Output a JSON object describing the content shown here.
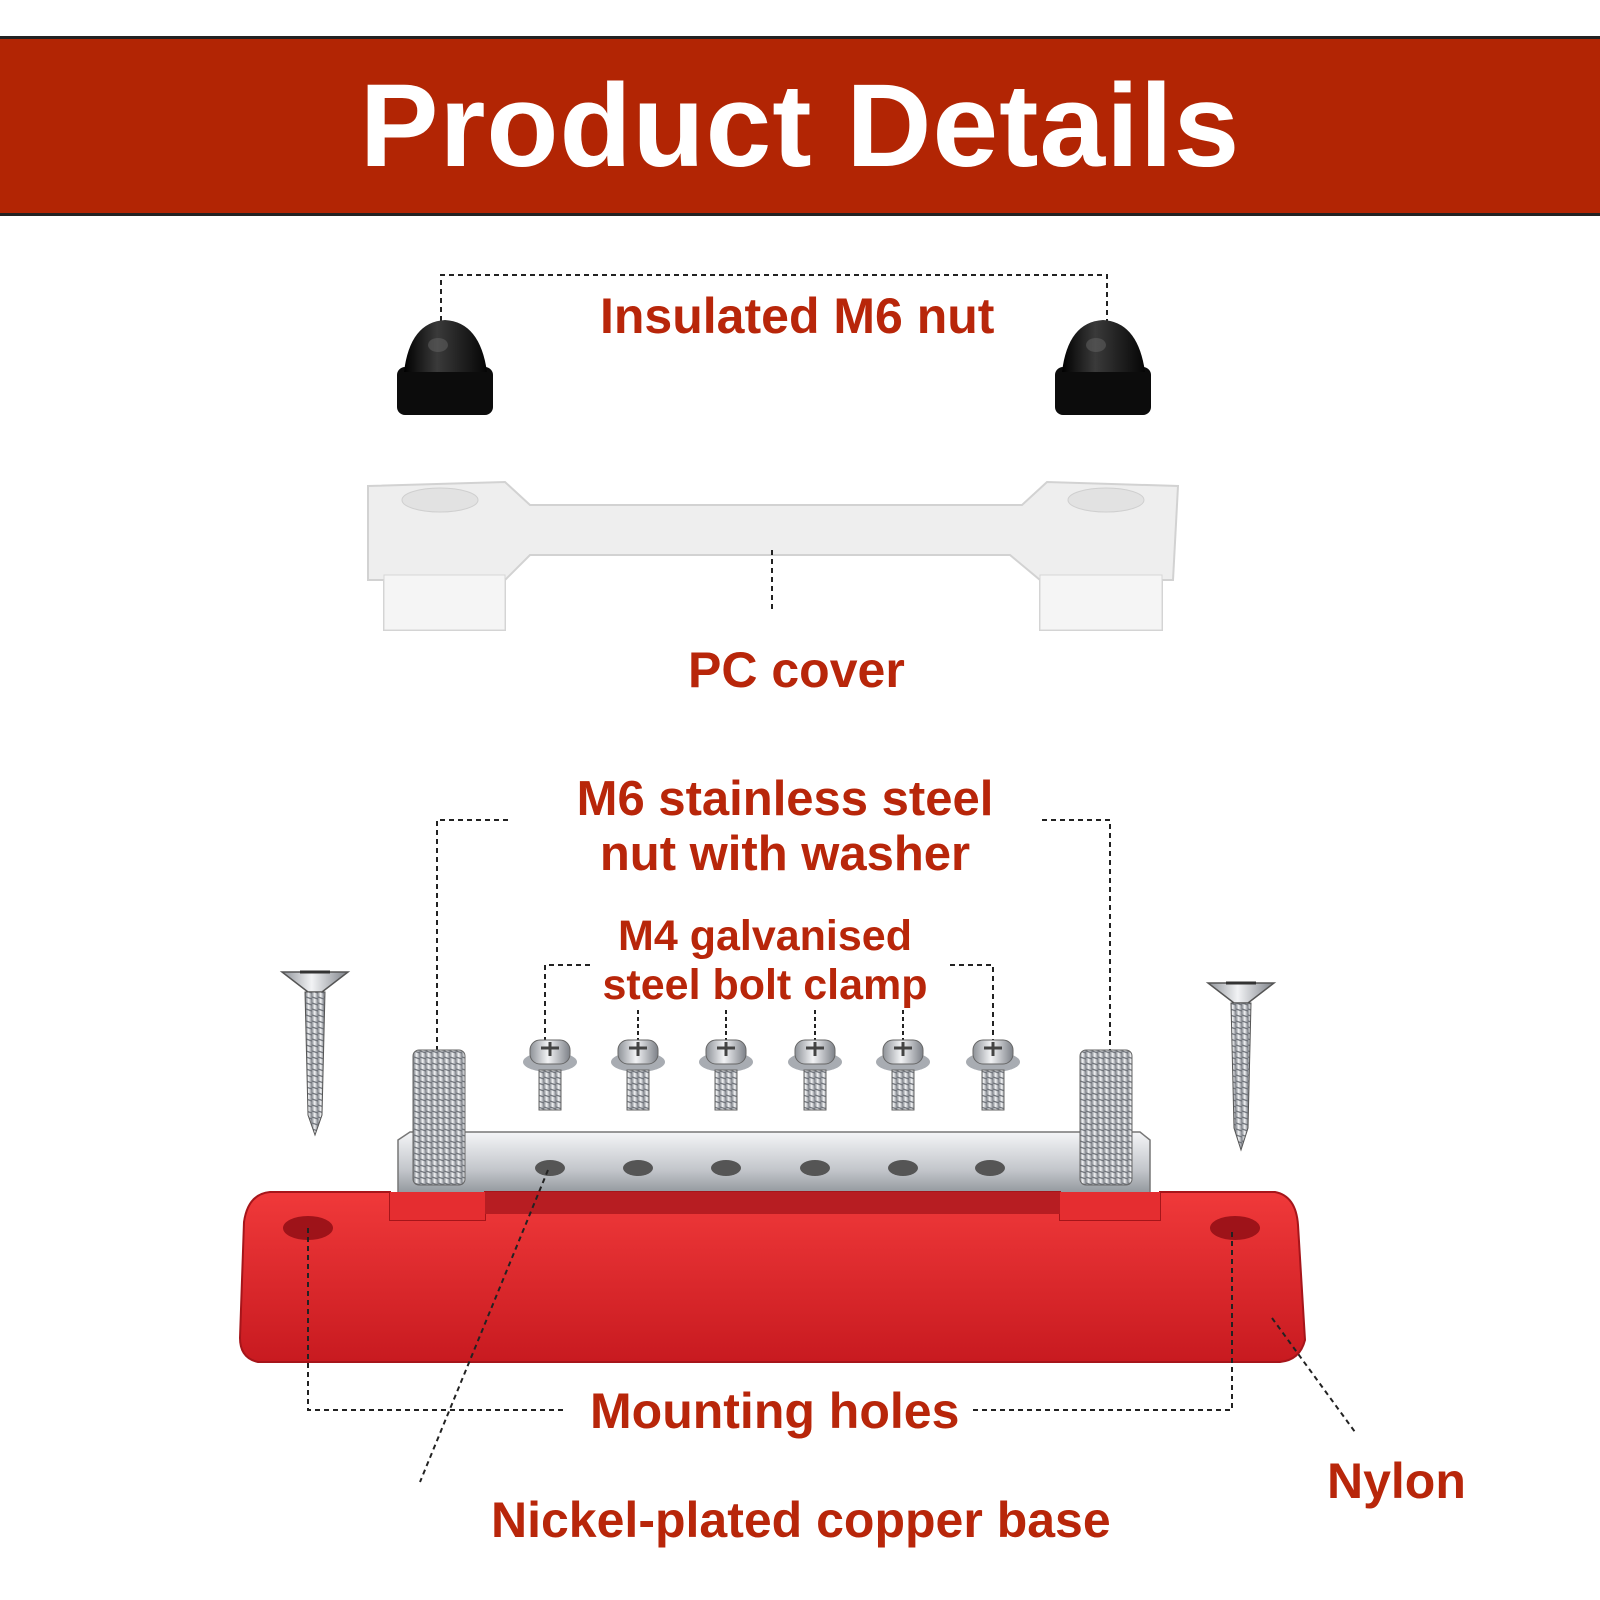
{
  "header": {
    "title": "Product Details"
  },
  "labels": {
    "insulated_nut": "Insulated M6 nut",
    "pc_cover": "PC cover",
    "stainless_nut_line1": "M6 stainless steel",
    "stainless_nut_line2": "nut with washer",
    "galvanised_clamp_line1": "M4 galvanised",
    "galvanised_clamp_line2": "steel bolt clamp",
    "mounting_holes": "Mounting holes",
    "nylon": "Nylon",
    "copper_base": "Nickel-plated copper base"
  },
  "colors": {
    "banner": "#b22504",
    "label_text": "#b8260a",
    "nylon_base": "#e1262a",
    "cap_nut": "#111111",
    "pc_cover": "#eeeeee",
    "metal": "#c9ccd1"
  },
  "parts": {
    "cap_nuts": 2,
    "clamp_screws": 6,
    "studs": 2,
    "mounting_screws": 2,
    "terminal_holes": 6
  }
}
